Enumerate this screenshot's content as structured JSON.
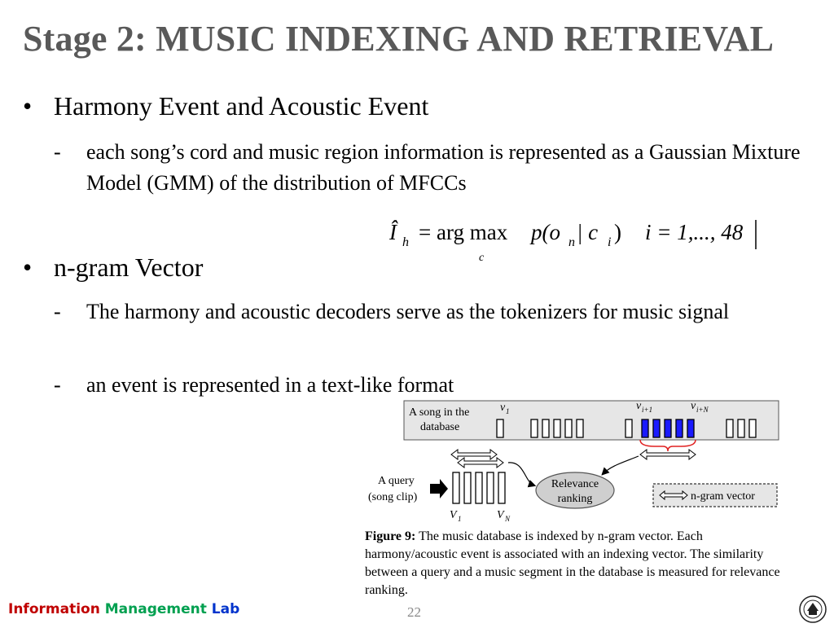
{
  "title": "Stage 2: MUSIC INDEXING AND RETRIEVAL",
  "bullets": [
    {
      "text": "Harmony Event and Acoustic Event",
      "subs": [
        "each song’s cord and music region information is represented as a Gaussian Mixture Model (GMM) of the distribution of MFCCs"
      ]
    },
    {
      "text": "n-gram Vector",
      "subs": [
        "The harmony and acoustic decoders serve as the tokenizers for music signal",
        "an event is represented in a text-like format"
      ]
    }
  ],
  "bullet_symbol": "•",
  "dash_symbol": "-",
  "formula": {
    "lhs": "Î",
    "lhs_sub": "h",
    "op": "= arg max",
    "under": "c",
    "prob": "p(o",
    "prob_sub1": "n",
    "bar": " | c",
    "prob_sub2": "i",
    "close": ")",
    "range": "i = 1,..., 48"
  },
  "figure": {
    "db_label_1": "A song in the",
    "db_label_2": "database",
    "v1": "v",
    "v1_sub": "1",
    "vi1": "v",
    "vi1_sub": "i+1",
    "viN": "v",
    "viN_sub": "i+N",
    "query_label_1": "A query",
    "query_label_2": "(song clip)",
    "V1": "V",
    "V1_sub": "1",
    "VN": "V",
    "VN_sub": "N",
    "relevance_1": "Relevance",
    "relevance_2": "ranking",
    "legend": "n-gram vector"
  },
  "caption": {
    "label": "Figure 9:",
    "text": " The music database is indexed by n-gram vector. Each harmony/acoustic event is associated with an indexing vector. The similarity between a query and a music segment in the database is measured for relevance ranking."
  },
  "footer": {
    "lab_w1": "Information",
    "lab_w2": "Management",
    "lab_w3": "Lab",
    "page": "22"
  },
  "colors": {
    "title": "#595959",
    "highlight_bar": "#1a1aff",
    "bracket": "#e02020",
    "db_box": "#e6e6e6"
  }
}
